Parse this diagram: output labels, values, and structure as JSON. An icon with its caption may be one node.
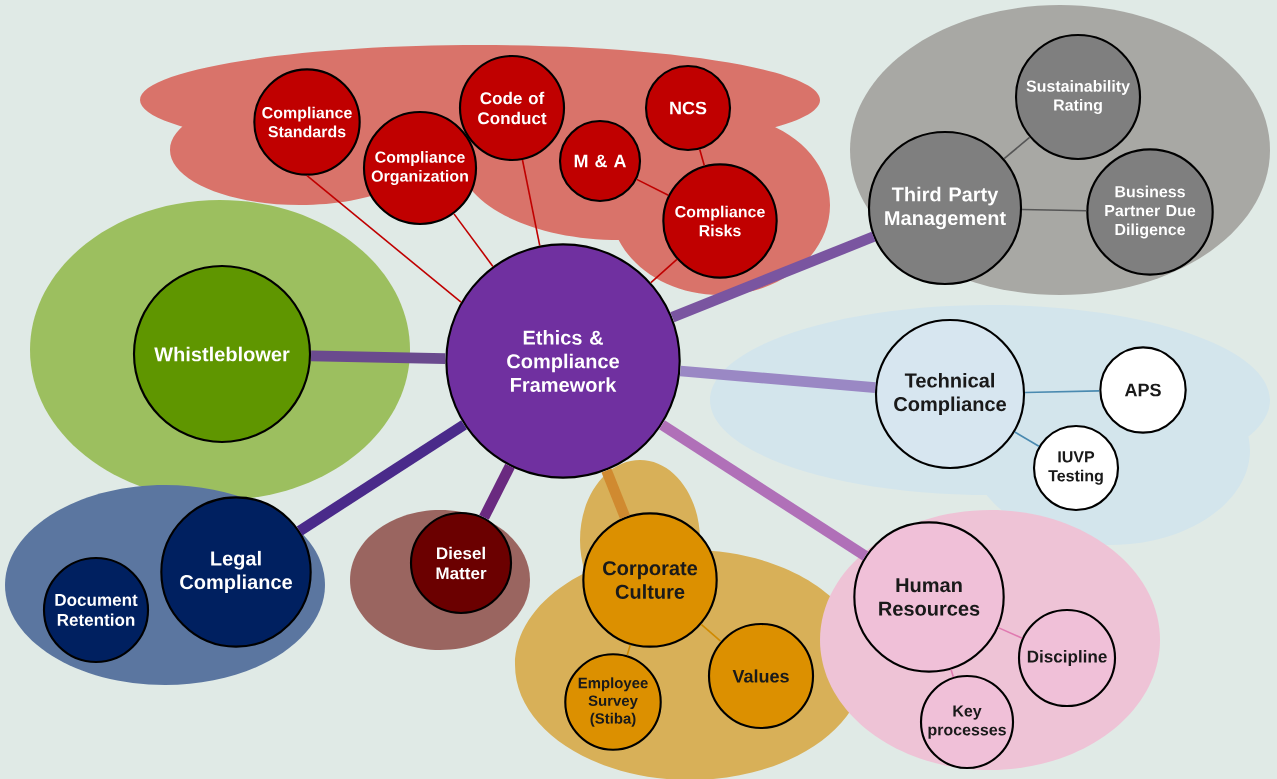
{
  "diagram": {
    "nodes": [
      {
        "text": [
          "Compliance Standards"
        ]
      },
      {
        "text": [
          "Compliance Organization"
        ]
      },
      {
        "text": [
          "Code of Conduct"
        ]
      },
      {
        "text": [
          "NCS"
        ]
      },
      {
        "text": [
          "M & A"
        ]
      },
      {
        "text": [
          "Compliance Risks"
        ]
      },
      {
        "text": [
          "Third Party Management"
        ]
      },
      {
        "text": [
          "Sustainability Rating"
        ]
      },
      {
        "text": [
          "Business Partner Due Diligence"
        ]
      },
      {
        "text": [
          "Whistleblower"
        ]
      },
      {
        "text": [
          "Ethics & Compliance Framework"
        ]
      },
      {
        "text": [
          "Technical Compliance"
        ]
      },
      {
        "text": [
          "APS"
        ]
      },
      {
        "text": [
          "IUVP Testing"
        ]
      },
      {
        "text": [
          "Legal Compliance"
        ]
      },
      {
        "text": [
          "Document Retention"
        ]
      },
      {
        "text": [
          "Diesel Matter"
        ]
      },
      {
        "text": [
          "Corporate Culture"
        ]
      },
      {
        "text": [
          "Human Resources"
        ]
      },
      {
        "text": [
          "Values"
        ]
      },
      {
        "text": [
          "Employee Survey (Stiba)"
        ]
      },
      {
        "text": [
          "Discipline"
        ]
      },
      {
        "text": [
          "Key processes"
        ]
      }
    ],
    "edges": [
      {
        "from": 10,
        "to": 0,
        "arrow": "none",
        "color": "#c00000"
      },
      {
        "from": 10,
        "to": 1,
        "arrow": "none",
        "color": "#c00000"
      },
      {
        "from": 10,
        "to": 2,
        "arrow": "none",
        "color": "#c00000"
      },
      {
        "from": 10,
        "to": 5,
        "arrow": "none",
        "color": "#c00000"
      },
      {
        "from": 4,
        "to": 5,
        "arrow": "none",
        "color": "#c00000"
      },
      {
        "from": 3,
        "to": 5,
        "arrow": "none",
        "color": "#c00000"
      },
      {
        "from": 10,
        "to": 6,
        "arrow": "none",
        "style": "thick",
        "color": "#7a55a0"
      },
      {
        "from": 6,
        "to": 7,
        "arrow": "none",
        "color": "#555555"
      },
      {
        "from": 6,
        "to": 8,
        "arrow": "none",
        "color": "#555555"
      },
      {
        "from": 10,
        "to": 9,
        "arrow": "none",
        "style": "thick",
        "color": "#6a4a8e"
      },
      {
        "from": 10,
        "to": 11,
        "arrow": "none",
        "style": "thick",
        "color": "#9a88c4"
      },
      {
        "from": 11,
        "to": 12,
        "arrow": "none",
        "color": "#4a8ab0"
      },
      {
        "from": 11,
        "to": 13,
        "arrow": "none",
        "color": "#4a8ab0"
      },
      {
        "from": 10,
        "to": 14,
        "arrow": "none",
        "style": "thick",
        "color": "#4a2a8a"
      },
      {
        "from": 10,
        "to": 16,
        "arrow": "none",
        "style": "thick",
        "color": "#6a2a80"
      },
      {
        "from": 10,
        "to": 17,
        "arrow": "none",
        "style": "thick",
        "color": "#d08a30"
      },
      {
        "from": 10,
        "to": 18,
        "arrow": "none",
        "style": "thick",
        "color": "#b070b8"
      },
      {
        "from": 17,
        "to": 19,
        "arrow": "none",
        "color": "#d08a00"
      },
      {
        "from": 17,
        "to": 20,
        "arrow": "none",
        "color": "#d08a00"
      },
      {
        "from": 18,
        "to": 21,
        "arrow": "none",
        "color": "#e07ab0"
      },
      {
        "from": 18,
        "to": 22,
        "arrow": "none",
        "color": "#e07ab0"
      }
    ]
  }
}
